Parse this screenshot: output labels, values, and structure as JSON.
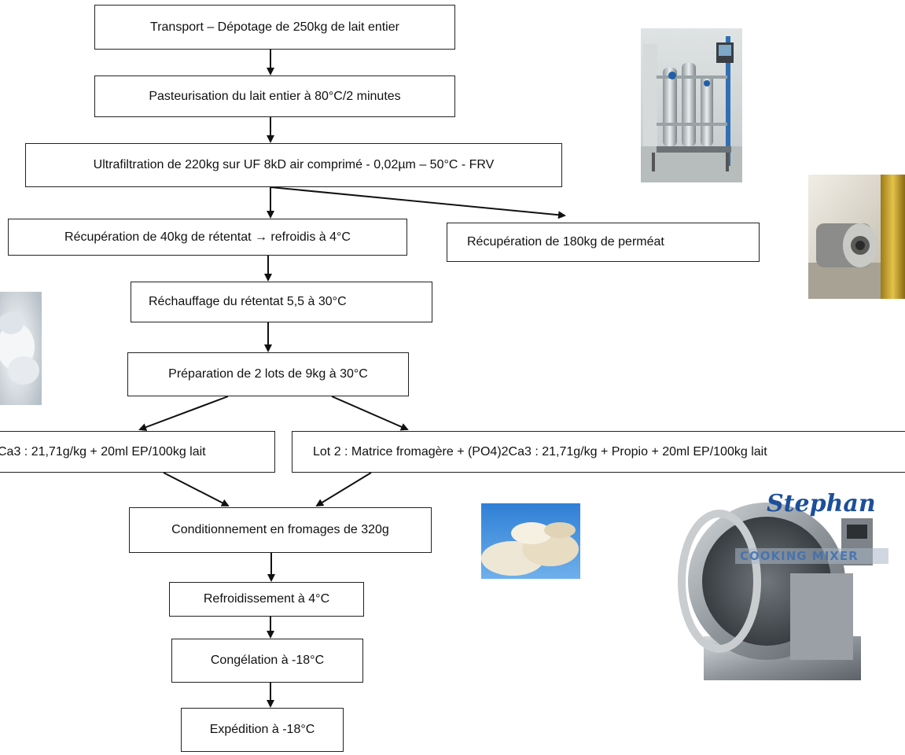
{
  "steps": {
    "transport": "Transport – Dépotage de 250kg de lait entier",
    "pasteurisation": "Pasteurisation du lait entier à 80°C/2 minutes",
    "ultrafiltration": "Ultrafiltration de 220kg sur UF 8kD air comprimé - 0,02µm – 50°C - FRV",
    "retentat": "Récupération de 40kg de rétentat → refroidis à 4°C",
    "permeat": "Récupération de 180kg de perméat",
    "rechauffage": "Réchauffage du rétentat 5,5 à 30°C",
    "preparation": "Préparation de 2 lots de 9kg à 30°C",
    "lot1": "Ca3 : 21,71g/kg + 20ml EP/100kg lait",
    "lot2": "Lot 2 : Matrice fromagère + (PO4)2Ca3 : 21,71g/kg + Propio + 20ml EP/100kg lait",
    "conditionnement": "Conditionnement en fromages de 320g",
    "refroidissement": "Refroidissement à 4°C",
    "congelation": "Congélation à -18°C",
    "expedition": "Expédition à -18°C"
  },
  "photos": {
    "mixer_brand": "Stephan",
    "mixer_label": "COOKING MIXER"
  }
}
